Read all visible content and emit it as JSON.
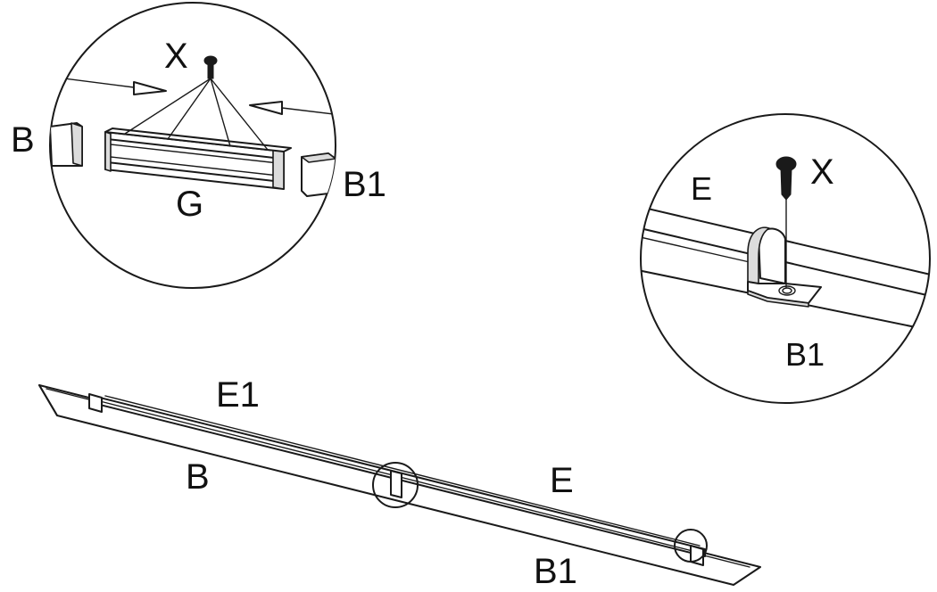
{
  "detail_left": {
    "screw_label": "X",
    "left_block_label": "B",
    "right_block_label": "B1",
    "rail_label": "G"
  },
  "detail_right": {
    "rail_label": "E",
    "screw_label": "X",
    "panel_label": "B1"
  },
  "main": {
    "upper_rail_left_label": "E1",
    "panel_left_label": "B",
    "upper_rail_right_label": "E",
    "panel_right_label": "B1"
  }
}
